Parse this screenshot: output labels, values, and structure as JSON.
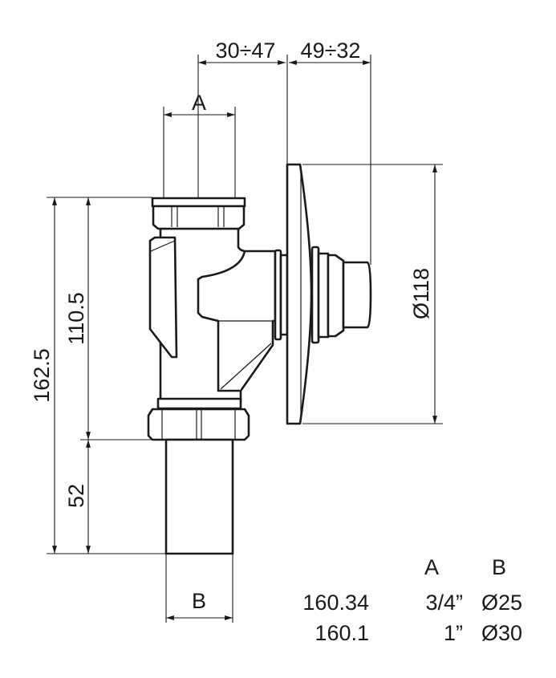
{
  "dimensions": {
    "top_left": "30÷47",
    "top_right": "49÷32",
    "connection_a": "A",
    "connection_b": "B",
    "overall_height": "162.5",
    "body_height": "110.5",
    "pipe_length": "52",
    "plate_diameter": "Ø118"
  },
  "table": {
    "headers": [
      "A",
      "B"
    ],
    "rows": [
      {
        "code": "160.34",
        "a": "3/4”",
        "b": "Ø25"
      },
      {
        "code": "160.1",
        "a": "1”",
        "b": "Ø30"
      }
    ]
  }
}
